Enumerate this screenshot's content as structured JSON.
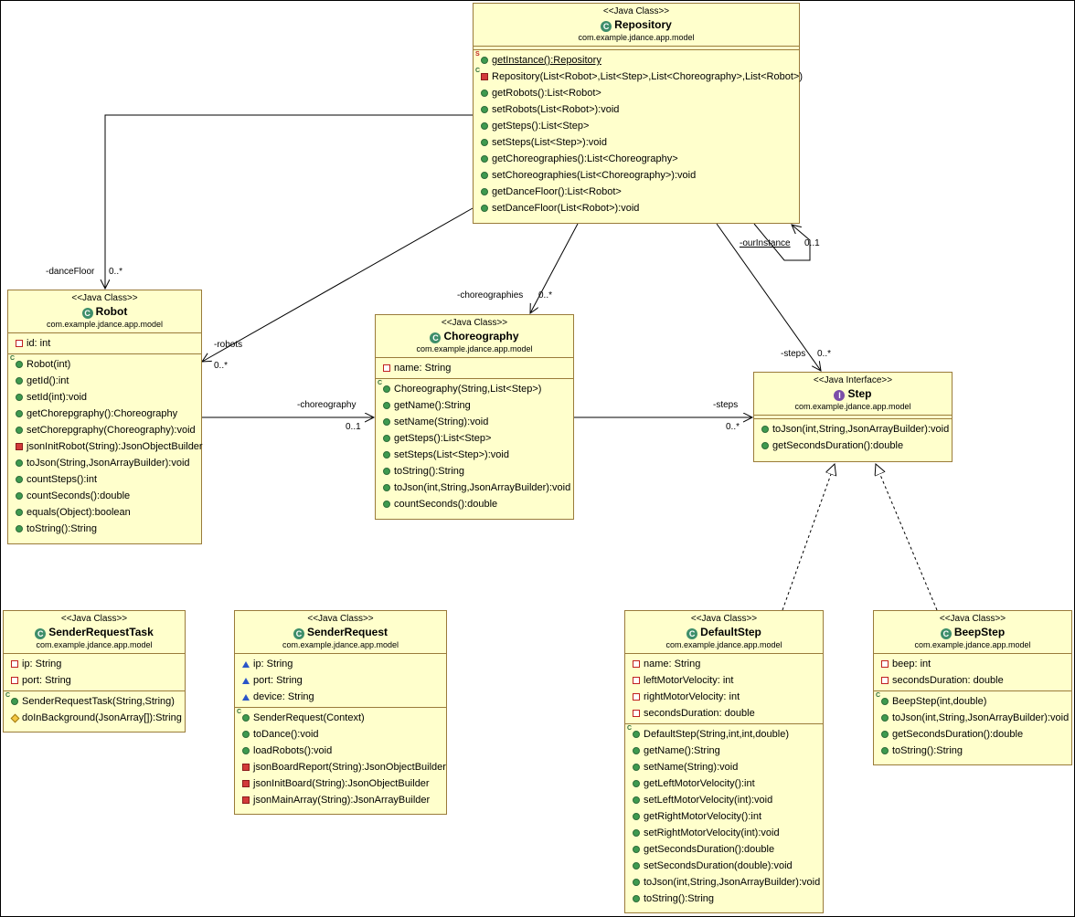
{
  "classes": {
    "repository": {
      "stereotype": "<<Java Class>>",
      "name": "Repository",
      "package": "com.example.jdance.app.model",
      "operations": [
        {
          "vis": "public",
          "mod": "S",
          "static": true,
          "text": "getInstance():Repository"
        },
        {
          "vis": "private",
          "mod": "C",
          "text": "Repository(List<Robot>,List<Step>,List<Choreography>,List<Robot>)"
        },
        {
          "vis": "public",
          "text": "getRobots():List<Robot>"
        },
        {
          "vis": "public",
          "text": "setRobots(List<Robot>):void"
        },
        {
          "vis": "public",
          "text": "getSteps():List<Step>"
        },
        {
          "vis": "public",
          "text": "setSteps(List<Step>):void"
        },
        {
          "vis": "public",
          "text": "getChoreographies():List<Choreography>"
        },
        {
          "vis": "public",
          "text": "setChoreographies(List<Choreography>):void"
        },
        {
          "vis": "public",
          "text": "getDanceFloor():List<Robot>"
        },
        {
          "vis": "public",
          "text": "setDanceFloor(List<Robot>):void"
        }
      ]
    },
    "robot": {
      "stereotype": "<<Java Class>>",
      "name": "Robot",
      "package": "com.example.jdance.app.model",
      "attributes": [
        {
          "vis": "private",
          "text": "id: int"
        }
      ],
      "operations": [
        {
          "vis": "public",
          "mod": "C",
          "text": "Robot(int)"
        },
        {
          "vis": "public",
          "text": "getId():int"
        },
        {
          "vis": "public",
          "text": "setId(int):void"
        },
        {
          "vis": "public",
          "text": "getChorepgraphy():Choreography"
        },
        {
          "vis": "public",
          "text": "setChorepgraphy(Choreography):void"
        },
        {
          "vis": "private",
          "text": "jsonInitRobot(String):JsonObjectBuilder"
        },
        {
          "vis": "public",
          "text": "toJson(String,JsonArrayBuilder):void"
        },
        {
          "vis": "public",
          "text": "countSteps():int"
        },
        {
          "vis": "public",
          "text": "countSeconds():double"
        },
        {
          "vis": "public",
          "text": "equals(Object):boolean"
        },
        {
          "vis": "public",
          "text": "toString():String"
        }
      ]
    },
    "choreography": {
      "stereotype": "<<Java Class>>",
      "name": "Choreography",
      "package": "com.example.jdance.app.model",
      "attributes": [
        {
          "vis": "private",
          "text": "name: String"
        }
      ],
      "operations": [
        {
          "vis": "public",
          "mod": "C",
          "text": "Choreography(String,List<Step>)"
        },
        {
          "vis": "public",
          "text": "getName():String"
        },
        {
          "vis": "public",
          "text": "setName(String):void"
        },
        {
          "vis": "public",
          "text": "getSteps():List<Step>"
        },
        {
          "vis": "public",
          "text": "setSteps(List<Step>):void"
        },
        {
          "vis": "public",
          "text": "toString():String"
        },
        {
          "vis": "public",
          "text": "toJson(int,String,JsonArrayBuilder):void"
        },
        {
          "vis": "public",
          "text": "countSeconds():double"
        }
      ]
    },
    "step": {
      "stereotype": "<<Java Interface>>",
      "name": "Step",
      "package": "com.example.jdance.app.model",
      "operations": [
        {
          "vis": "public",
          "text": "toJson(int,String,JsonArrayBuilder):void"
        },
        {
          "vis": "public",
          "text": "getSecondsDuration():double"
        }
      ]
    },
    "sender_request_task": {
      "stereotype": "<<Java Class>>",
      "name": "SenderRequestTask",
      "package": "com.example.jdance.app.model",
      "attributes": [
        {
          "vis": "private",
          "text": "ip: String"
        },
        {
          "vis": "private",
          "text": "port: String"
        }
      ],
      "operations": [
        {
          "vis": "public",
          "mod": "C",
          "text": "SenderRequestTask(String,String)"
        },
        {
          "vis": "protected",
          "text": "doInBackground(JsonArray[]):String"
        }
      ]
    },
    "sender_request": {
      "stereotype": "<<Java Class>>",
      "name": "SenderRequest",
      "package": "com.example.jdance.app.model",
      "attributes": [
        {
          "vis": "package",
          "text": "ip: String"
        },
        {
          "vis": "package",
          "text": "port: String"
        },
        {
          "vis": "package",
          "text": "device: String"
        }
      ],
      "operations": [
        {
          "vis": "public",
          "mod": "C",
          "text": "SenderRequest(Context)"
        },
        {
          "vis": "public",
          "text": "toDance():void"
        },
        {
          "vis": "public",
          "text": "loadRobots():void"
        },
        {
          "vis": "private",
          "text": "jsonBoardReport(String):JsonObjectBuilder"
        },
        {
          "vis": "private",
          "text": "jsonInitBoard(String):JsonObjectBuilder"
        },
        {
          "vis": "private",
          "text": "jsonMainArray(String):JsonArrayBuilder"
        }
      ]
    },
    "default_step": {
      "stereotype": "<<Java Class>>",
      "name": "DefaultStep",
      "package": "com.example.jdance.app.model",
      "attributes": [
        {
          "vis": "private",
          "text": "name: String"
        },
        {
          "vis": "private",
          "text": "leftMotorVelocity: int"
        },
        {
          "vis": "private",
          "text": "rightMotorVelocity: int"
        },
        {
          "vis": "private",
          "text": "secondsDuration: double"
        }
      ],
      "operations": [
        {
          "vis": "public",
          "mod": "C",
          "text": "DefaultStep(String,int,int,double)"
        },
        {
          "vis": "public",
          "text": "getName():String"
        },
        {
          "vis": "public",
          "text": "setName(String):void"
        },
        {
          "vis": "public",
          "text": "getLeftMotorVelocity():int"
        },
        {
          "vis": "public",
          "text": "setLeftMotorVelocity(int):void"
        },
        {
          "vis": "public",
          "text": "getRightMotorVelocity():int"
        },
        {
          "vis": "public",
          "text": "setRightMotorVelocity(int):void"
        },
        {
          "vis": "public",
          "text": "getSecondsDuration():double"
        },
        {
          "vis": "public",
          "text": "setSecondsDuration(double):void"
        },
        {
          "vis": "public",
          "text": "toJson(int,String,JsonArrayBuilder):void"
        },
        {
          "vis": "public",
          "text": "toString():String"
        }
      ]
    },
    "beep_step": {
      "stereotype": "<<Java Class>>",
      "name": "BeepStep",
      "package": "com.example.jdance.app.model",
      "attributes": [
        {
          "vis": "private",
          "text": "beep: int"
        },
        {
          "vis": "private",
          "text": "secondsDuration: double"
        }
      ],
      "operations": [
        {
          "vis": "public",
          "mod": "C",
          "text": "BeepStep(int,double)"
        },
        {
          "vis": "public",
          "text": "toJson(int,String,JsonArrayBuilder):void"
        },
        {
          "vis": "public",
          "text": "getSecondsDuration():double"
        },
        {
          "vis": "public",
          "text": "toString():String"
        }
      ]
    }
  },
  "labels": {
    "dance_floor_role": "-danceFloor",
    "dance_floor_mult": "0..*",
    "robots_role": "-robots",
    "robots_mult": "0..*",
    "choreographies_role": "-choreographies",
    "choreographies_mult": "0..*",
    "our_instance_role": "-ourInstance",
    "our_instance_mult": "0..1",
    "repo_steps_role": "-steps",
    "repo_steps_mult": "0..*",
    "choreography_role": "-choreography",
    "choreography_mult": "0..1",
    "chor_steps_role": "-steps",
    "chor_steps_mult": "0..*"
  }
}
